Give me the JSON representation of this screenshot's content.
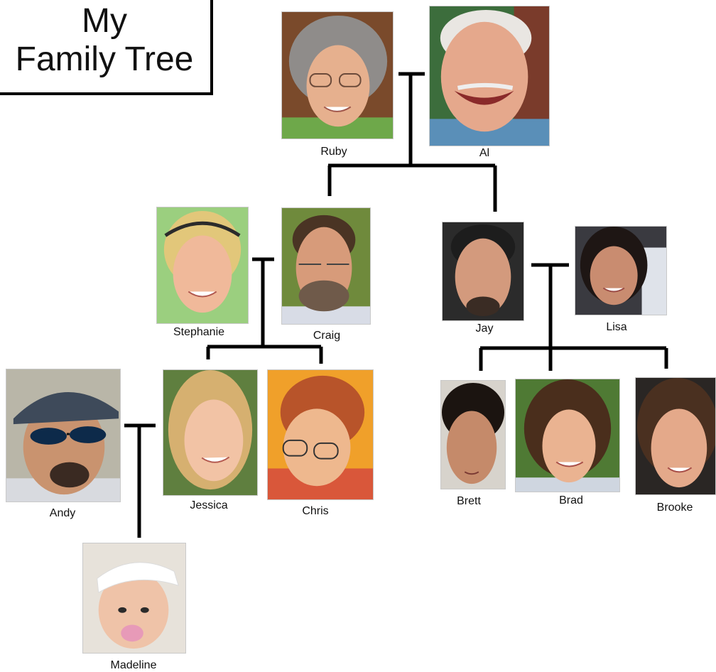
{
  "title": {
    "line1": "My",
    "line2": "Family Tree"
  },
  "people": {
    "ruby": "Ruby",
    "al": "Al",
    "stephanie": "Stephanie",
    "craig": "Craig",
    "jay": "Jay",
    "lisa": "Lisa",
    "andy": "Andy",
    "jessica": "Jessica",
    "chris": "Chris",
    "brett": "Brett",
    "brad": "Brad",
    "brooke": "Brooke",
    "madeline": "Madeline"
  }
}
